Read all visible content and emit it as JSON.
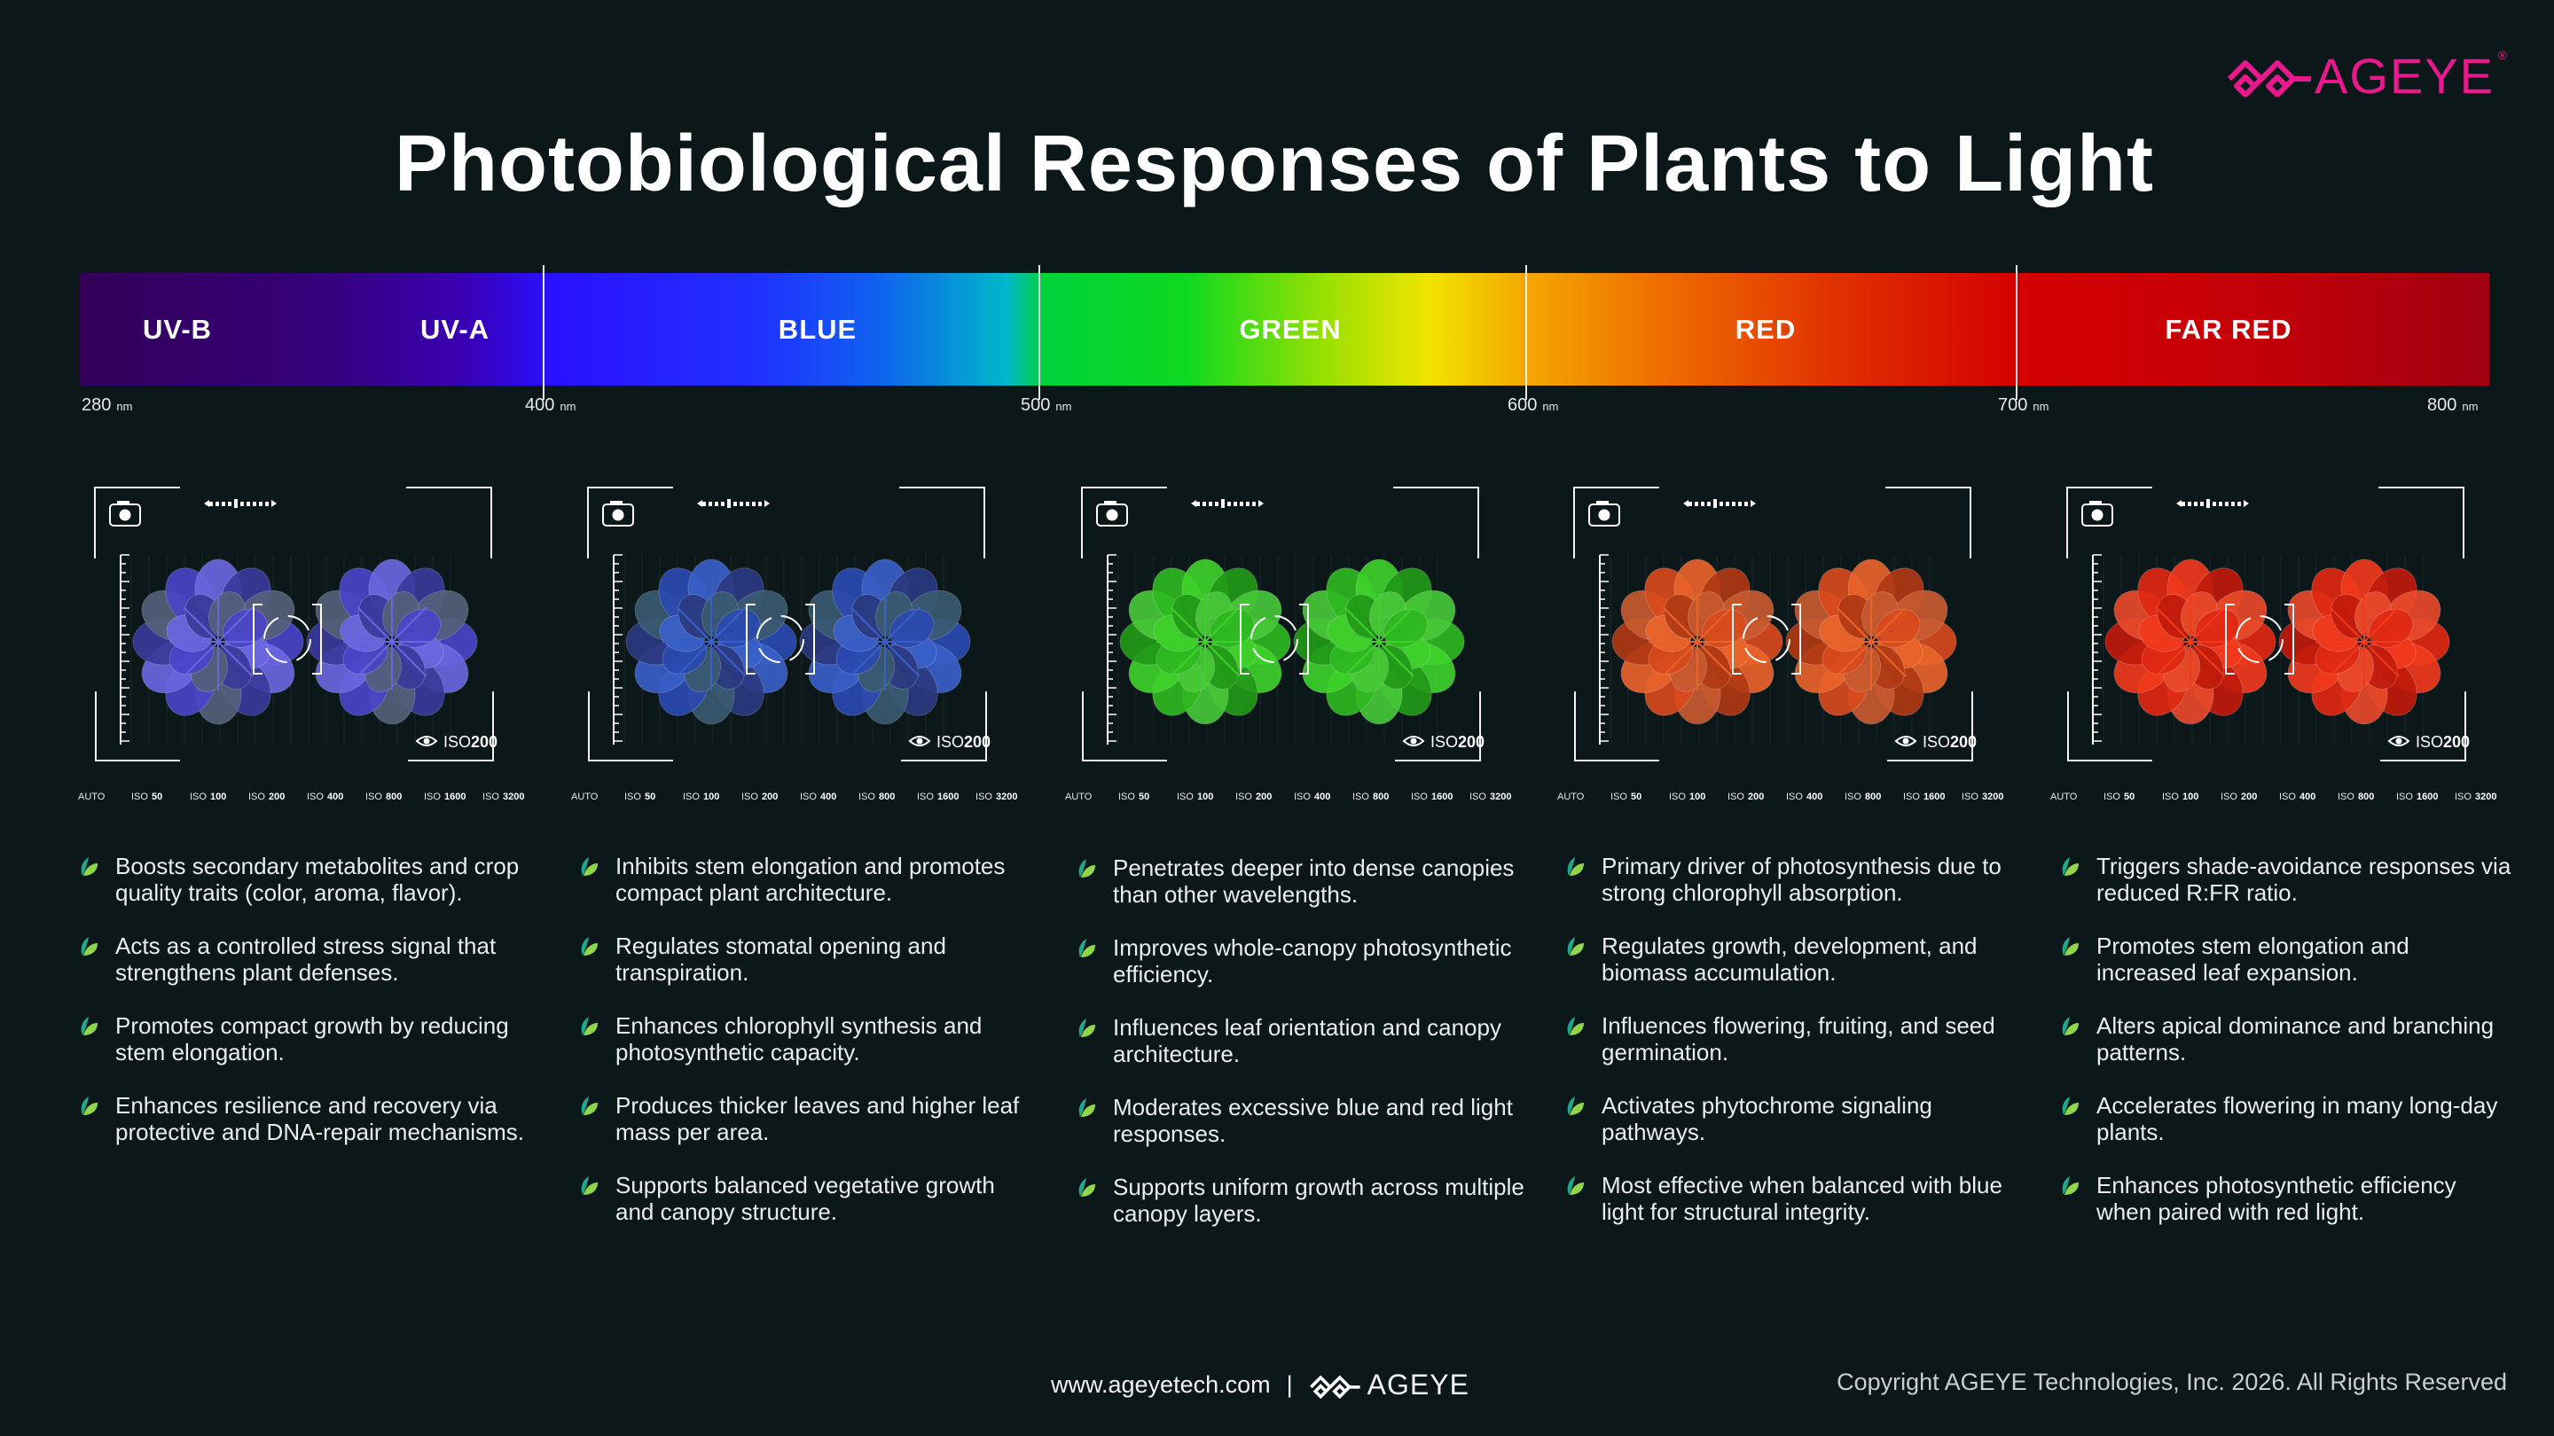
{
  "brand": {
    "name": "AGEYE",
    "registered": "®",
    "color": "#e8198c"
  },
  "title": "Photobiological Responses of Plants to Light",
  "spectrum": {
    "bands": [
      "UV-B",
      "UV-A",
      "BLUE",
      "GREEN",
      "RED",
      "FAR RED"
    ],
    "ticks": [
      {
        "value": "280",
        "unit": "nm"
      },
      {
        "value": "400",
        "unit": "nm"
      },
      {
        "value": "500",
        "unit": "nm"
      },
      {
        "value": "600",
        "unit": "nm"
      },
      {
        "value": "700",
        "unit": "nm"
      },
      {
        "value": "800",
        "unit": "nm"
      }
    ]
  },
  "viewfinder": {
    "iso_label": "ISO",
    "iso_value": "200",
    "iso_scale": [
      "AUTO",
      "50",
      "100",
      "200",
      "400",
      "800",
      "1600",
      "3200"
    ]
  },
  "panels": [
    {
      "band": "UV-B / UV-A",
      "leaf_colors": [
        "#4a44c8",
        "#6a66e0",
        "#3a3a9a",
        "#55607a"
      ],
      "bullets": [
        "Boosts secondary metabolites and crop quality traits (color, aroma, flavor).",
        "Acts as a controlled stress signal that strengthens plant defenses.",
        "Promotes compact growth by reducing stem elongation.",
        "Enhances resilience and recovery via protective and DNA-repair mechanisms."
      ]
    },
    {
      "band": "BLUE",
      "leaf_colors": [
        "#2a4ab0",
        "#3860c8",
        "#2a3a80",
        "#3a5a70"
      ],
      "bullets": [
        "Inhibits stem elongation and promotes compact plant architecture.",
        "Regulates stomatal opening and transpiration.",
        "Enhances chlorophyll synthesis and photosynthetic capacity.",
        "Produces thicker leaves and higher leaf mass per area.",
        "Supports balanced vegetative growth and canopy structure."
      ]
    },
    {
      "band": "GREEN",
      "leaf_colors": [
        "#2eb820",
        "#3ed02a",
        "#229a18",
        "#48c838"
      ],
      "bullets": [
        "Penetrates deeper into dense canopies than other wavelengths.",
        "Improves whole-canopy photosynthetic efficiency.",
        "Influences leaf orientation and canopy architecture.",
        "Moderates excessive blue and red light responses.",
        "Supports uniform growth across multiple canopy layers."
      ]
    },
    {
      "band": "RED",
      "leaf_colors": [
        "#d84a1c",
        "#e8642a",
        "#b03a14",
        "#c85a30"
      ],
      "bullets": [
        "Primary driver of photosynthesis due to strong chlorophyll absorption.",
        "Regulates growth, development, and biomass accumulation.",
        "Influences flowering, fruiting, and seed germination.",
        "Activates phytochrome signaling pathways.",
        "Most effective when balanced with blue light for structural integrity."
      ]
    },
    {
      "band": "FAR RED",
      "leaf_colors": [
        "#e02812",
        "#f03a1c",
        "#c01a0c",
        "#e84a2a"
      ],
      "bullets": [
        "Triggers shade-avoidance responses via reduced R:FR ratio.",
        "Promotes stem elongation and increased leaf expansion.",
        "Alters apical dominance and branching patterns.",
        "Accelerates flowering in many long-day plants.",
        "Enhances photosynthetic efficiency when paired with red light."
      ]
    }
  ],
  "footer": {
    "website": "www.ageyetech.com",
    "separator": "|",
    "copyright": "Copyright AGEYE Technologies, Inc. 2026. All Rights Reserved"
  }
}
